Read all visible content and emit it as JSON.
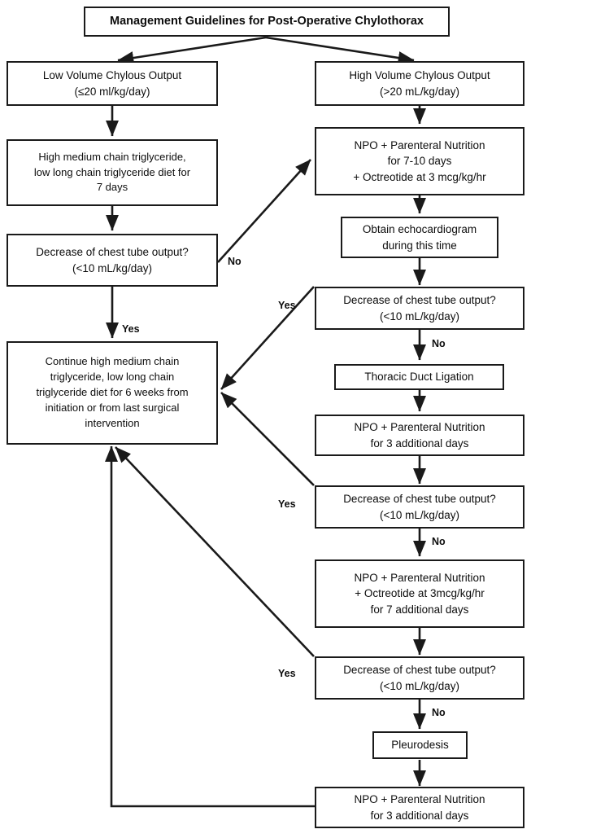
{
  "diagram": {
    "title": "Management Guidelines for Post-Operative Chylothorax",
    "nodes": {
      "title_box": {
        "lines": [
          "Management Guidelines for Post-Operative Chylothorax"
        ]
      },
      "low_volume": {
        "lines": [
          "Low Volume Chylous Output",
          "(≤20 ml/kg/day)"
        ]
      },
      "high_volume": {
        "lines": [
          "High Volume Chylous Output",
          "(>20 mL/kg/day)"
        ]
      },
      "mct_diet": {
        "lines": [
          "High medium chain triglyceride,",
          "low long chain triglyceride diet for",
          "7 days"
        ]
      },
      "npo_7_10": {
        "lines": [
          "NPO + Parenteral Nutrition",
          "for 7-10 days",
          "+ Octreotide at 3 mcg/kg/hr"
        ]
      },
      "echo": {
        "lines": [
          "Obtain echocardiogram",
          "during this time"
        ]
      },
      "decision_left": {
        "lines": [
          "Decrease of chest tube output?",
          "(<10 mL/kg/day)"
        ]
      },
      "decision_r1": {
        "lines": [
          "Decrease of chest tube output?",
          "(<10 mL/kg/day)"
        ]
      },
      "thoracic_duct": {
        "lines": [
          "Thoracic Duct Ligation"
        ]
      },
      "npo_3a": {
        "lines": [
          "NPO + Parenteral Nutrition",
          "for 3 additional days"
        ]
      },
      "decision_r2": {
        "lines": [
          "Decrease of chest tube output?",
          "(<10 mL/kg/day)"
        ]
      },
      "npo_oct_7": {
        "lines": [
          "NPO + Parenteral Nutrition",
          "+ Octreotide at 3mcg/kg/hr",
          "for 7 additional days"
        ]
      },
      "decision_r3": {
        "lines": [
          "Decrease of chest tube output?",
          "(<10 mL/kg/day)"
        ]
      },
      "pleurodesis": {
        "lines": [
          "Pleurodesis"
        ]
      },
      "npo_3b": {
        "lines": [
          "NPO + Parenteral Nutrition",
          "for 3 additional days"
        ]
      },
      "continue_diet": {
        "lines": [
          "Continue high medium chain",
          "triglyceride, low long chain",
          "triglyceride diet for 6 weeks from",
          "initiation or from last surgical",
          "intervention"
        ]
      }
    },
    "edge_labels": {
      "no_left": "No",
      "yes_left": "Yes",
      "yes_r1": "Yes",
      "no_r1": "No",
      "yes_r2": "Yes",
      "no_r2": "No",
      "yes_r3": "Yes",
      "no_r3": "No"
    },
    "colors": {
      "stroke": "#1a1a1a",
      "text": "#0d0d0d",
      "background": "#ffffff"
    }
  }
}
